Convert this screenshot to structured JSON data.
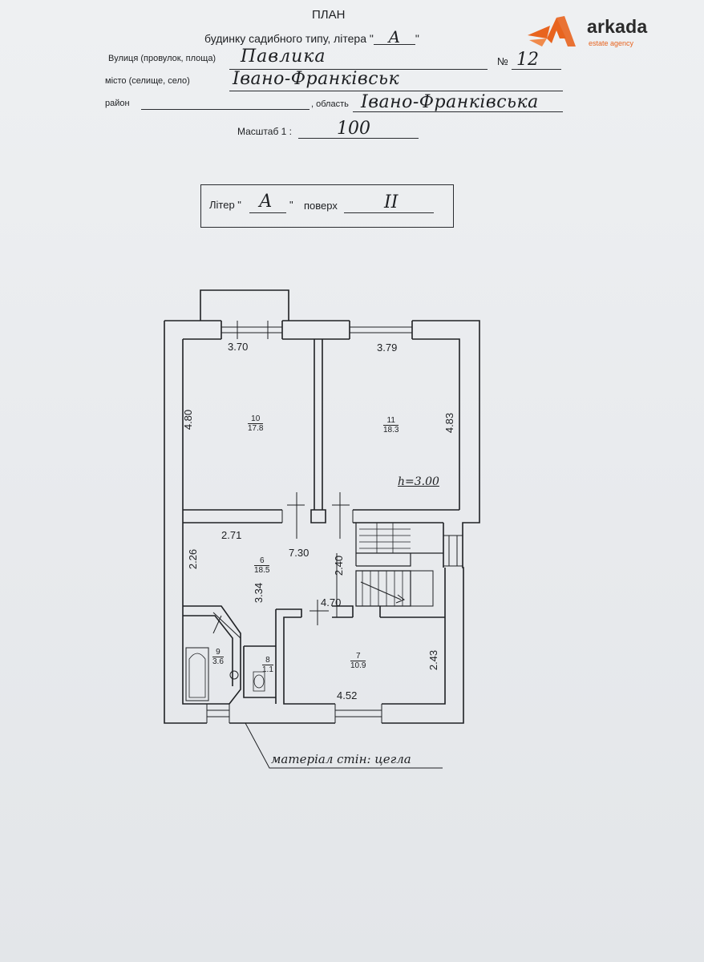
{
  "header": {
    "title": "ПЛАН",
    "subtitle_prefix": "будинку садибного типу, літера \"",
    "subtitle_suffix": "\"",
    "liter": "А",
    "street_label": "Вулиця (провулок, площа)",
    "street_value": "Павлика",
    "number_label": "№",
    "number_value": "12",
    "city_label": "місто (селище, село)",
    "city_value": "Івано-Франківськ",
    "district_label": "район",
    "region_label": ", область",
    "region_value": "Івано-Франківська",
    "scale_label": "Масштаб 1 :",
    "scale_value": "100"
  },
  "logo": {
    "name": "arkada",
    "tagline": "estate agency",
    "colors": {
      "primary": "#e8641f",
      "text": "#2b2b2b"
    }
  },
  "floor_box": {
    "liter_prefix": "Літер \"",
    "liter_value": "А",
    "liter_suffix": "\"",
    "floor_label": "поверх",
    "floor_value": "II"
  },
  "plan": {
    "dimensions": [
      "3.70",
      "3.79",
      "4.80",
      "4.83",
      "2.71",
      "7.30",
      "2.26",
      "2.40",
      "3.34",
      "4.70",
      "2.43",
      "4.52"
    ],
    "rooms": [
      {
        "number": "10",
        "area": "17.8"
      },
      {
        "number": "11",
        "area": "18.3"
      },
      {
        "number": "6",
        "area": "18.5"
      },
      {
        "number": "7",
        "area": "10.9"
      },
      {
        "number": "9",
        "area": "3.6"
      },
      {
        "number": "8",
        "area": "1.1"
      }
    ],
    "height_note": "h=3.00",
    "material_note": "матеріал стін: цегла"
  }
}
